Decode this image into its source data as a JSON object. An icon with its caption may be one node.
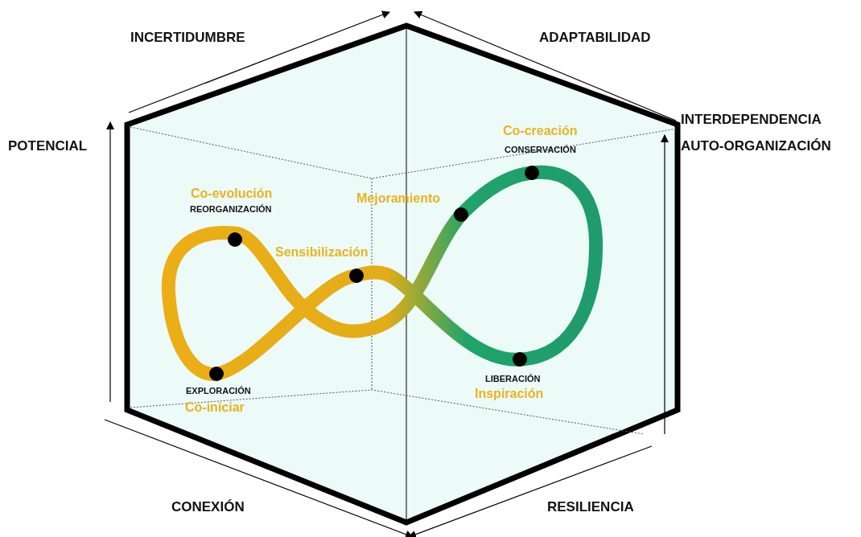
{
  "diagram": {
    "labels": [
      "INCERTIDUMBRE",
      "ADAPTABILIDAD",
      "INTERDEPENDENCIA",
      "POTENCIAL",
      "AUTO-ORGANIZACIÓN",
      "Co-creación",
      "CONSERVACIÓN",
      "Co-evolución",
      "Mejoramiento",
      "REORGANIZACIÓN",
      "Sensibilización",
      "EXPLORACIÓN",
      "LIBERACIÓN",
      "Inspiración",
      "Co-iniciar",
      "CONEXIÓN",
      "RESILIENCIA"
    ]
  }
}
